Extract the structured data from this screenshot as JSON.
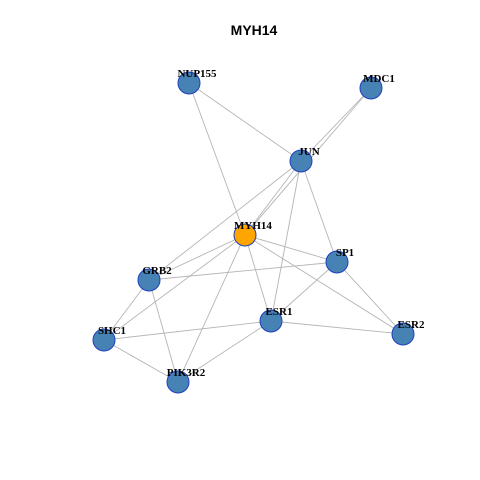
{
  "title": "MYH14",
  "colors": {
    "hub": "#FFA500",
    "node": "#4682B4",
    "node_stroke": "#1F3FBF",
    "edge": "#B5B5B5"
  },
  "nodes": [
    {
      "id": "MYH14",
      "label": "MYH14",
      "hub": true
    },
    {
      "id": "NUP155",
      "label": "NUP155"
    },
    {
      "id": "MDC1",
      "label": "MDC1"
    },
    {
      "id": "JUN",
      "label": "JUN"
    },
    {
      "id": "SP1",
      "label": "SP1"
    },
    {
      "id": "GRB2",
      "label": "GRB2"
    },
    {
      "id": "ESR1",
      "label": "ESR1"
    },
    {
      "id": "SHC1",
      "label": "SHC1"
    },
    {
      "id": "ESR2",
      "label": "ESR2"
    },
    {
      "id": "PIK3R2",
      "label": "PIK3R2"
    }
  ],
  "edges": [
    [
      "NUP155",
      "JUN"
    ],
    [
      "NUP155",
      "MYH14"
    ],
    [
      "MDC1",
      "JUN"
    ],
    [
      "MDC1",
      "MYH14"
    ],
    [
      "JUN",
      "MYH14"
    ],
    [
      "JUN",
      "SP1"
    ],
    [
      "JUN",
      "ESR1"
    ],
    [
      "JUN",
      "GRB2"
    ],
    [
      "MYH14",
      "SP1"
    ],
    [
      "MYH14",
      "GRB2"
    ],
    [
      "MYH14",
      "ESR1"
    ],
    [
      "MYH14",
      "SHC1"
    ],
    [
      "MYH14",
      "PIK3R2"
    ],
    [
      "MYH14",
      "ESR2"
    ],
    [
      "SP1",
      "GRB2"
    ],
    [
      "SP1",
      "ESR1"
    ],
    [
      "SP1",
      "ESR2"
    ],
    [
      "GRB2",
      "SHC1"
    ],
    [
      "GRB2",
      "PIK3R2"
    ],
    [
      "ESR1",
      "SHC1"
    ],
    [
      "ESR1",
      "PIK3R2"
    ],
    [
      "ESR1",
      "ESR2"
    ],
    [
      "SHC1",
      "PIK3R2"
    ]
  ]
}
